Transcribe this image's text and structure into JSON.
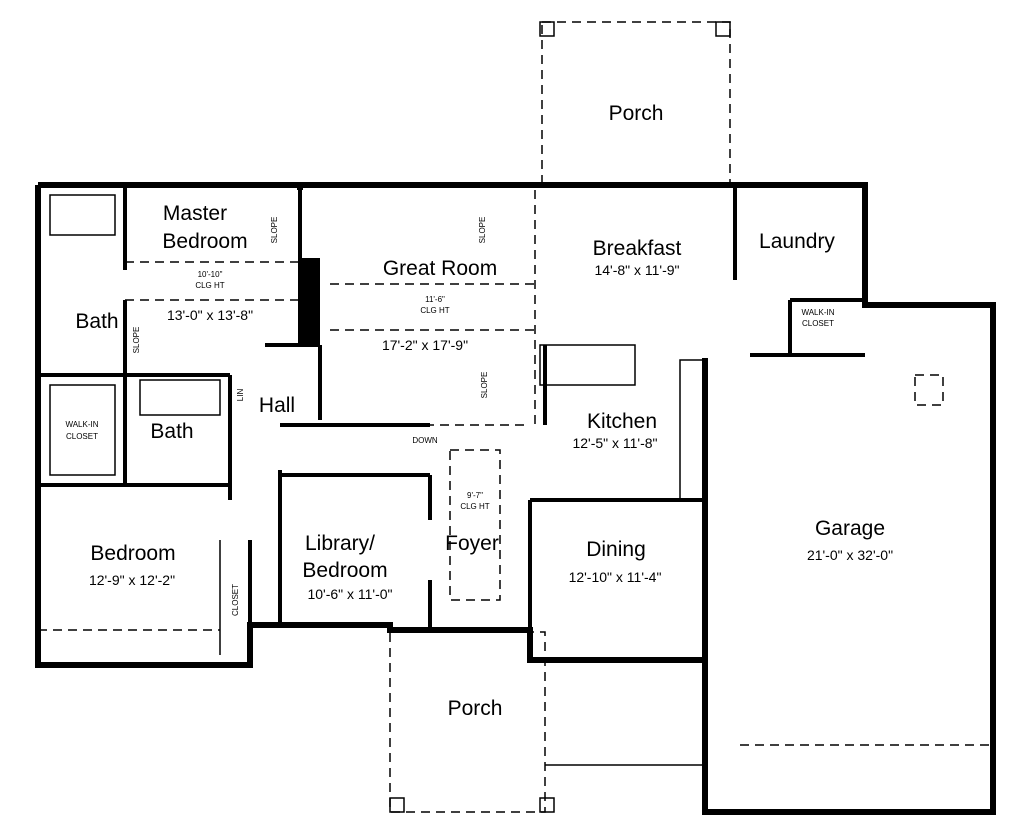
{
  "rooms": {
    "porch_top": {
      "name": "Porch"
    },
    "master": {
      "name_line1": "Master",
      "name_line2": "Bedroom",
      "dims": "13'-0\" x 13'-8\"",
      "ceiling": "10'-10\"",
      "ceiling_label": "CLG HT"
    },
    "great_room": {
      "name": "Great Room",
      "dims": "17'-2\" x 17'-9\"",
      "ceiling": "11'-6\"",
      "ceiling_label": "CLG HT"
    },
    "breakfast": {
      "name": "Breakfast",
      "dims": "14'-8\" x 11'-9\""
    },
    "laundry": {
      "name": "Laundry"
    },
    "walkin_closet_right": {
      "line1": "WALK-IN",
      "line2": "CLOSET"
    },
    "master_bath": {
      "name": "Bath"
    },
    "walkin_closet_left": {
      "line1": "WALK-IN",
      "line2": "CLOSET"
    },
    "bath2": {
      "name": "Bath"
    },
    "hall": {
      "name": "Hall"
    },
    "linen": {
      "name": "LIN"
    },
    "kitchen": {
      "name": "Kitchen",
      "dims": "12'-5\" x 11'-8\""
    },
    "stairs": {
      "label": "DOWN"
    },
    "foyer": {
      "name": "Foyer",
      "ceiling": "9'-7\"",
      "ceiling_label": "CLG HT"
    },
    "library": {
      "name_line1": "Library/",
      "name_line2": "Bedroom",
      "dims": "10'-6\" x 11'-0\""
    },
    "bedroom": {
      "name": "Bedroom",
      "dims": "12'-9\" x 12'-2\""
    },
    "closet": {
      "name": "CLOSET"
    },
    "dining": {
      "name": "Dining",
      "dims": "12'-10\" x 11'-4\""
    },
    "garage": {
      "name": "Garage",
      "dims": "21'-0\" x 32'-0\""
    },
    "porch_bottom": {
      "name": "Porch"
    }
  },
  "annotations": {
    "slope": "SLOPE"
  }
}
